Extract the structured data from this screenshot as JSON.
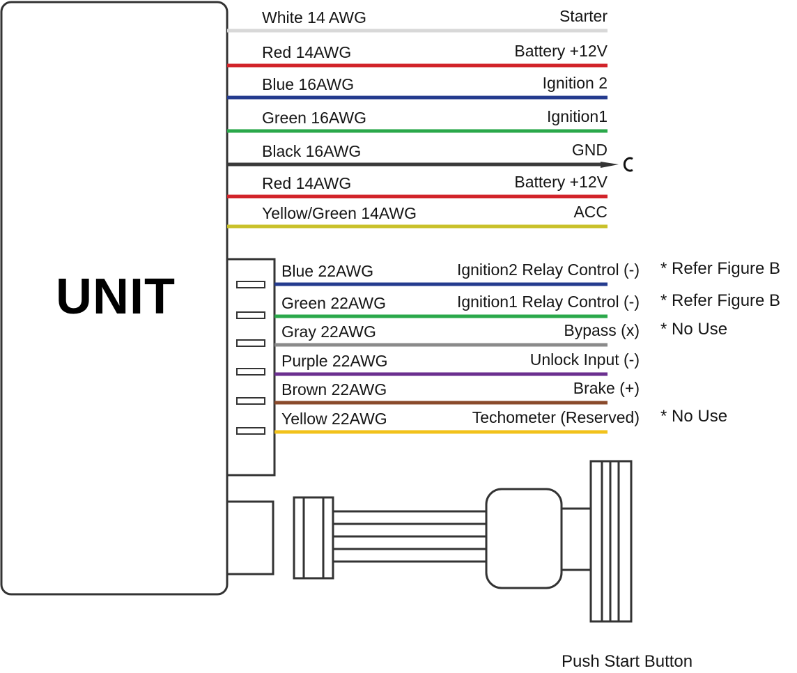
{
  "unit": {
    "label": "UNIT"
  },
  "main_wires": [
    {
      "color_label": "White 14 AWG",
      "function": "Starter",
      "hex": "#d8d8d8"
    },
    {
      "color_label": "Red 14AWG",
      "function": "Battery +12V",
      "hex": "#d2232a"
    },
    {
      "color_label": "Blue 16AWG",
      "function": "Ignition 2",
      "hex": "#243b8e"
    },
    {
      "color_label": "Green 16AWG",
      "function": "Ignition1",
      "hex": "#2aa84a"
    },
    {
      "color_label": "Black 16AWG",
      "function": "GND",
      "hex": "#3a3a3a"
    },
    {
      "color_label": "Red 14AWG",
      "function": "Battery +12V",
      "hex": "#d2232a"
    },
    {
      "color_label": "Yellow/Green 14AWG",
      "function": "ACC",
      "hex": "#c9c12a"
    }
  ],
  "connector_wires": [
    {
      "color_label": "Blue 22AWG",
      "function": "Ignition2 Relay Control (-)",
      "note": "* Refer Figure B",
      "hex": "#243b8e"
    },
    {
      "color_label": "Green 22AWG",
      "function": "Ignition1 Relay Control (-)",
      "note": "* Refer Figure B",
      "hex": "#2aa84a"
    },
    {
      "color_label": "Gray 22AWG",
      "function": "Bypass (x)",
      "note": "* No Use",
      "hex": "#8a8a8a"
    },
    {
      "color_label": "Purple 22AWG",
      "function": "Unlock Input  (-)",
      "note": "",
      "hex": "#6b2f8f"
    },
    {
      "color_label": "Brown 22AWG",
      "function": "Brake (+)",
      "note": "",
      "hex": "#8a4a2b"
    },
    {
      "color_label": "Yellow 22AWG",
      "function": "Techometer (Reserved)",
      "note": "* No Use",
      "hex": "#f2c21b"
    }
  ],
  "push_button": {
    "label": "Push Start Button"
  }
}
